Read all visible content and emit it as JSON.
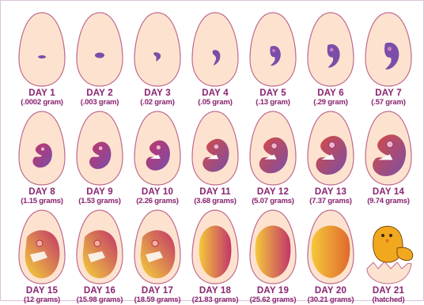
{
  "stages": [
    {
      "day": "DAY 1",
      "weight": "(.0002 gram)"
    },
    {
      "day": "DAY 2",
      "weight": "(.003 gram)"
    },
    {
      "day": "DAY 3",
      "weight": "(.02 gram)"
    },
    {
      "day": "DAY 4",
      "weight": "(.05 gram)"
    },
    {
      "day": "DAY 5",
      "weight": "(.13 gram)"
    },
    {
      "day": "DAY 6",
      "weight": "(.29 gram)"
    },
    {
      "day": "DAY 7",
      "weight": "(.57 gram)"
    },
    {
      "day": "DAY 8",
      "weight": "(1.15 grams)"
    },
    {
      "day": "DAY 9",
      "weight": "(1.53 grams)"
    },
    {
      "day": "DAY 10",
      "weight": "(2.26 grams)"
    },
    {
      "day": "DAY 11",
      "weight": "(3.68 grams)"
    },
    {
      "day": "DAY 12",
      "weight": "(5.07 grams)"
    },
    {
      "day": "DAY 13",
      "weight": "(7.37 grams)"
    },
    {
      "day": "DAY 14",
      "weight": "(9.74 grams)"
    },
    {
      "day": "DAY 15",
      "weight": "(12 grams)"
    },
    {
      "day": "DAY 16",
      "weight": "(15.98 grams)"
    },
    {
      "day": "DAY 17",
      "weight": "(18.59 grams)"
    },
    {
      "day": "DAY 18",
      "weight": "(21.83 grams)"
    },
    {
      "day": "DAY 19",
      "weight": "(25.62 grams)"
    },
    {
      "day": "DAY 20",
      "weight": "(30.21 grams)"
    },
    {
      "day": "DAY 21",
      "weight": "(hatched)"
    }
  ],
  "colors": {
    "egg_fill": "#fde3cf",
    "egg_outline": "#c06b8f",
    "label": "#8a2a72",
    "embryo_early": "#7a4ea8",
    "embryo_mid": "#c2356a",
    "embryo_late": "#f5c93a",
    "chick": "#f2a81e"
  }
}
